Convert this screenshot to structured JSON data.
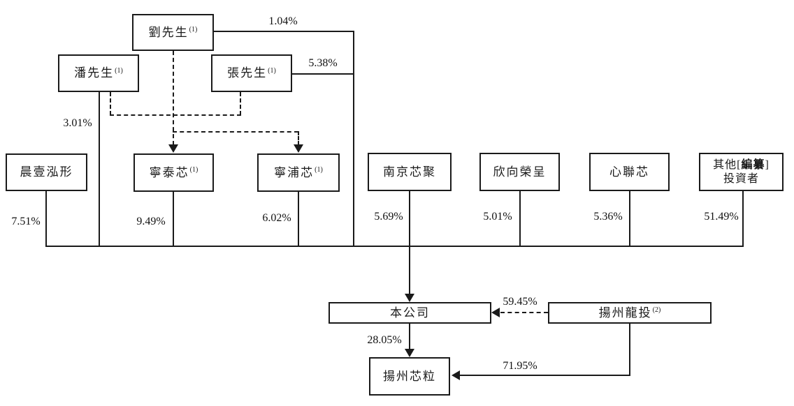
{
  "diagram": {
    "type": "shareholding-structure",
    "colors": {
      "line": "#1a1a1a",
      "background": "#ffffff",
      "text": "#1a1a1a"
    },
    "nodes": {
      "liu": {
        "label": "劉先生",
        "sup": "(1)"
      },
      "pan": {
        "label": "潘先生",
        "sup": "(1)"
      },
      "zhang": {
        "label": "張先生",
        "sup": "(1)"
      },
      "chenyi": {
        "label": "晨壹泓形"
      },
      "ningtai": {
        "label": "寧泰芯",
        "sup": "(1)"
      },
      "ningpu": {
        "label": "寧浦芯",
        "sup": "(1)"
      },
      "nanjing": {
        "label": "南京芯聚"
      },
      "xinxiang": {
        "label": "欣向榮呈"
      },
      "xinlian": {
        "label": "心聯芯"
      },
      "qita": {
        "line1_pre": "其他[",
        "line1_bold": "編纂",
        "line1_post": "]",
        "line2": "投資者"
      },
      "company": {
        "label": "本公司"
      },
      "longtou": {
        "label": "揚州龍投",
        "sup": "(2)"
      },
      "xinli": {
        "label": "揚州芯粒"
      }
    },
    "percentages": {
      "liu_via_right": "1.04%",
      "zhang_via_right": "5.38%",
      "pan_direct": "3.01%",
      "chenyi": "7.51%",
      "ningtai": "9.49%",
      "ningpu": "6.02%",
      "nanjing": "5.69%",
      "xinxiang": "5.01%",
      "xinlian": "5.36%",
      "qita": "51.49%",
      "longtou_in_company": "59.45%",
      "company_in_xinli": "28.05%",
      "longtou_in_xinli": "71.95%"
    }
  }
}
